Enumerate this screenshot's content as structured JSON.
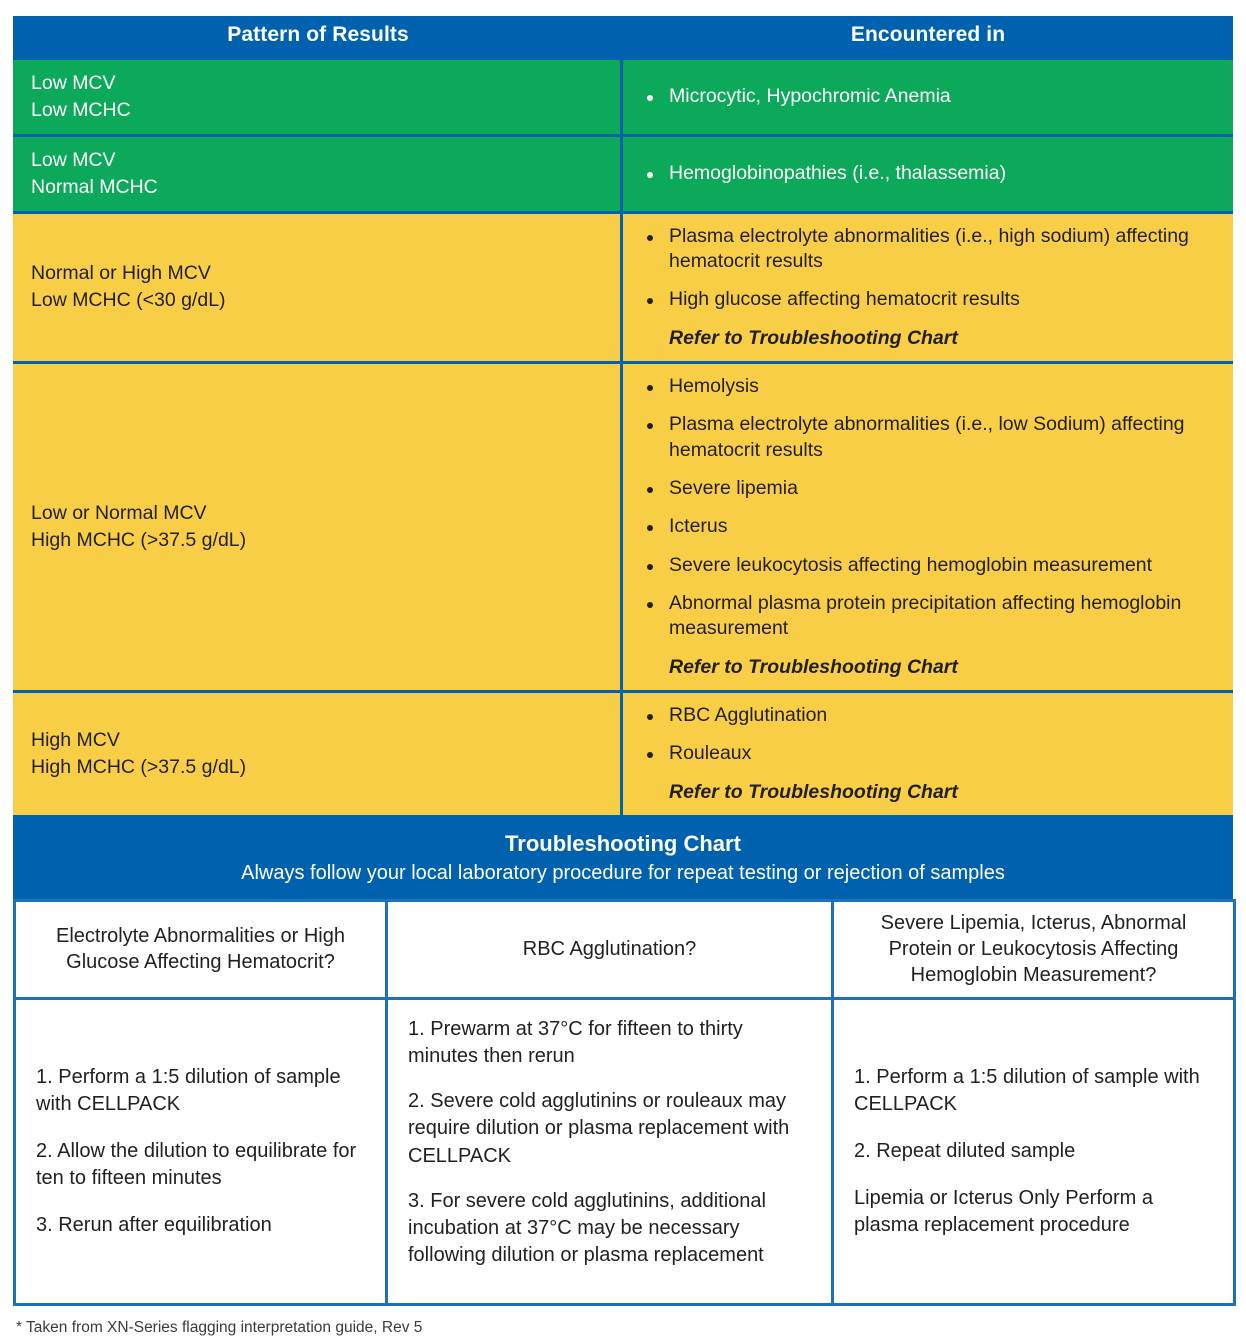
{
  "pattern_table": {
    "headers": [
      "Pattern of Results",
      "Encountered in"
    ],
    "rows": [
      {
        "tone": "green",
        "pattern_lines": [
          "Low MCV",
          "Low MCHC"
        ],
        "bullets": [
          "Microcytic, Hypochromic Anemia"
        ],
        "refer": ""
      },
      {
        "tone": "green",
        "pattern_lines": [
          "Low MCV",
          "Normal MCHC"
        ],
        "bullets": [
          "Hemoglobinopathies (i.e., thalassemia)"
        ],
        "refer": ""
      },
      {
        "tone": "yellow",
        "pattern_lines": [
          "Normal or High MCV",
          "Low MCHC (<30 g/dL)"
        ],
        "bullets": [
          "Plasma electrolyte abnormalities (i.e., high sodium) affecting hematocrit results",
          "High glucose affecting hematocrit results"
        ],
        "refer": "Refer to Troubleshooting Chart"
      },
      {
        "tone": "yellow",
        "pattern_lines": [
          "Low or Normal MCV",
          "High MCHC (>37.5 g/dL)"
        ],
        "bullets": [
          "Hemolysis",
          "Plasma electrolyte abnormalities (i.e., low Sodium) affecting hematocrit results",
          "Severe lipemia",
          "Icterus",
          "Severe leukocytosis affecting hemoglobin measurement",
          "Abnormal plasma protein precipitation affecting hemoglobin measurement"
        ],
        "refer": "Refer to Troubleshooting Chart"
      },
      {
        "tone": "yellow",
        "pattern_lines": [
          "High MCV",
          "High MCHC (>37.5 g/dL)"
        ],
        "bullets": [
          "RBC Agglutination",
          "Rouleaux"
        ],
        "refer": "Refer to Troubleshooting Chart"
      }
    ]
  },
  "troubleshooting": {
    "title": "Troubleshooting Chart",
    "subtitle": "Always follow your local laboratory procedure for repeat testing or rejection of samples",
    "columns": [
      {
        "header": "Electrolyte Abnormalities or High Glucose Affecting Hematocrit?",
        "steps": [
          "1. Perform a 1:5 dilution of sample with CELLPACK",
          "2. Allow the dilution to equilibrate for ten to fifteen minutes",
          "3. Rerun after equilibration"
        ]
      },
      {
        "header": "RBC Agglutination?",
        "steps": [
          "1. Prewarm at 37°C for fifteen to thirty minutes then rerun",
          "2. Severe cold agglutinins or rouleaux may require dilution or plasma replacement with CELLPACK",
          "3. For severe cold agglutinins, additional incubation at 37°C may be necessary following dilution or plasma replacement"
        ]
      },
      {
        "header": "Severe Lipemia, Icterus, Abnormal Protein or Leukocytosis Affecting Hemoglobin Measurement?",
        "steps": [
          "1. Perform a 1:5 dilution of sample with CELLPACK",
          "2. Repeat diluted sample",
          "Lipemia or Icterus Only Perform a plasma replacement procedure"
        ]
      }
    ]
  },
  "footnote": "* Taken from XN-Series flagging interpretation guide, Rev 5",
  "colors": {
    "blue": "#0062AE",
    "blue_line": "#1D71B8",
    "green": "#0CA95A",
    "yellow": "#F8CE46",
    "ink": "#231F20"
  }
}
